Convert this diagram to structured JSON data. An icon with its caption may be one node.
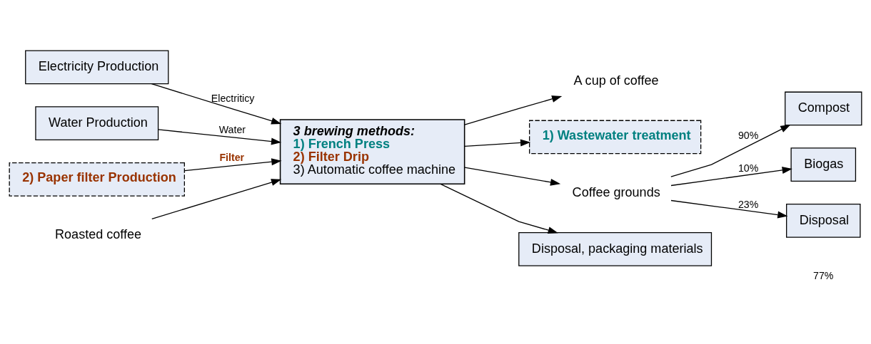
{
  "diagram": {
    "nodes": [
      {
        "text": [
          "Electricity Production"
        ]
      },
      {
        "text": [
          "Water Production"
        ]
      },
      {
        "text": [
          "2) Paper filter Production"
        ]
      },
      {
        "text": [
          "Roasted coffee"
        ]
      },
      {
        "text": [
          "3 brewing methods:",
          "1) French Press",
          "2) Filter Drip",
          "3) Automatic coffee machine"
        ]
      },
      {
        "text": [
          "A cup of coffee"
        ]
      },
      {
        "text": [
          "1) Wastewater treatment"
        ]
      },
      {
        "text": [
          "Compost"
        ]
      },
      {
        "text": [
          "Biogas"
        ]
      },
      {
        "text": [
          "Coffee grounds"
        ]
      },
      {
        "text": [
          "Disposal"
        ]
      },
      {
        "text": [
          "Disposal, packaging materials"
        ]
      }
    ],
    "edges": [
      {
        "from": 0,
        "to": 4,
        "arrow": "to",
        "label": "Electriticy"
      },
      {
        "from": 1,
        "to": 4,
        "arrow": "to",
        "label": "Water"
      },
      {
        "from": 2,
        "to": 4,
        "arrow": "to",
        "label": "Filter"
      },
      {
        "from": 3,
        "to": 4,
        "arrow": "to"
      },
      {
        "from": 4,
        "to": 5,
        "arrow": "to"
      },
      {
        "from": 4,
        "to": 6,
        "arrow": "to"
      },
      {
        "from": 4,
        "to": 9,
        "arrow": "to"
      },
      {
        "from": 4,
        "to": 11,
        "arrow": "to"
      },
      {
        "from": 9,
        "to": 7,
        "arrow": "to",
        "label": "90%"
      },
      {
        "from": 9,
        "to": 8,
        "arrow": "to",
        "label": "10%"
      },
      {
        "from": 9,
        "to": 10,
        "arrow": "to",
        "label": "23%"
      }
    ],
    "labels": [
      "77%"
    ]
  }
}
